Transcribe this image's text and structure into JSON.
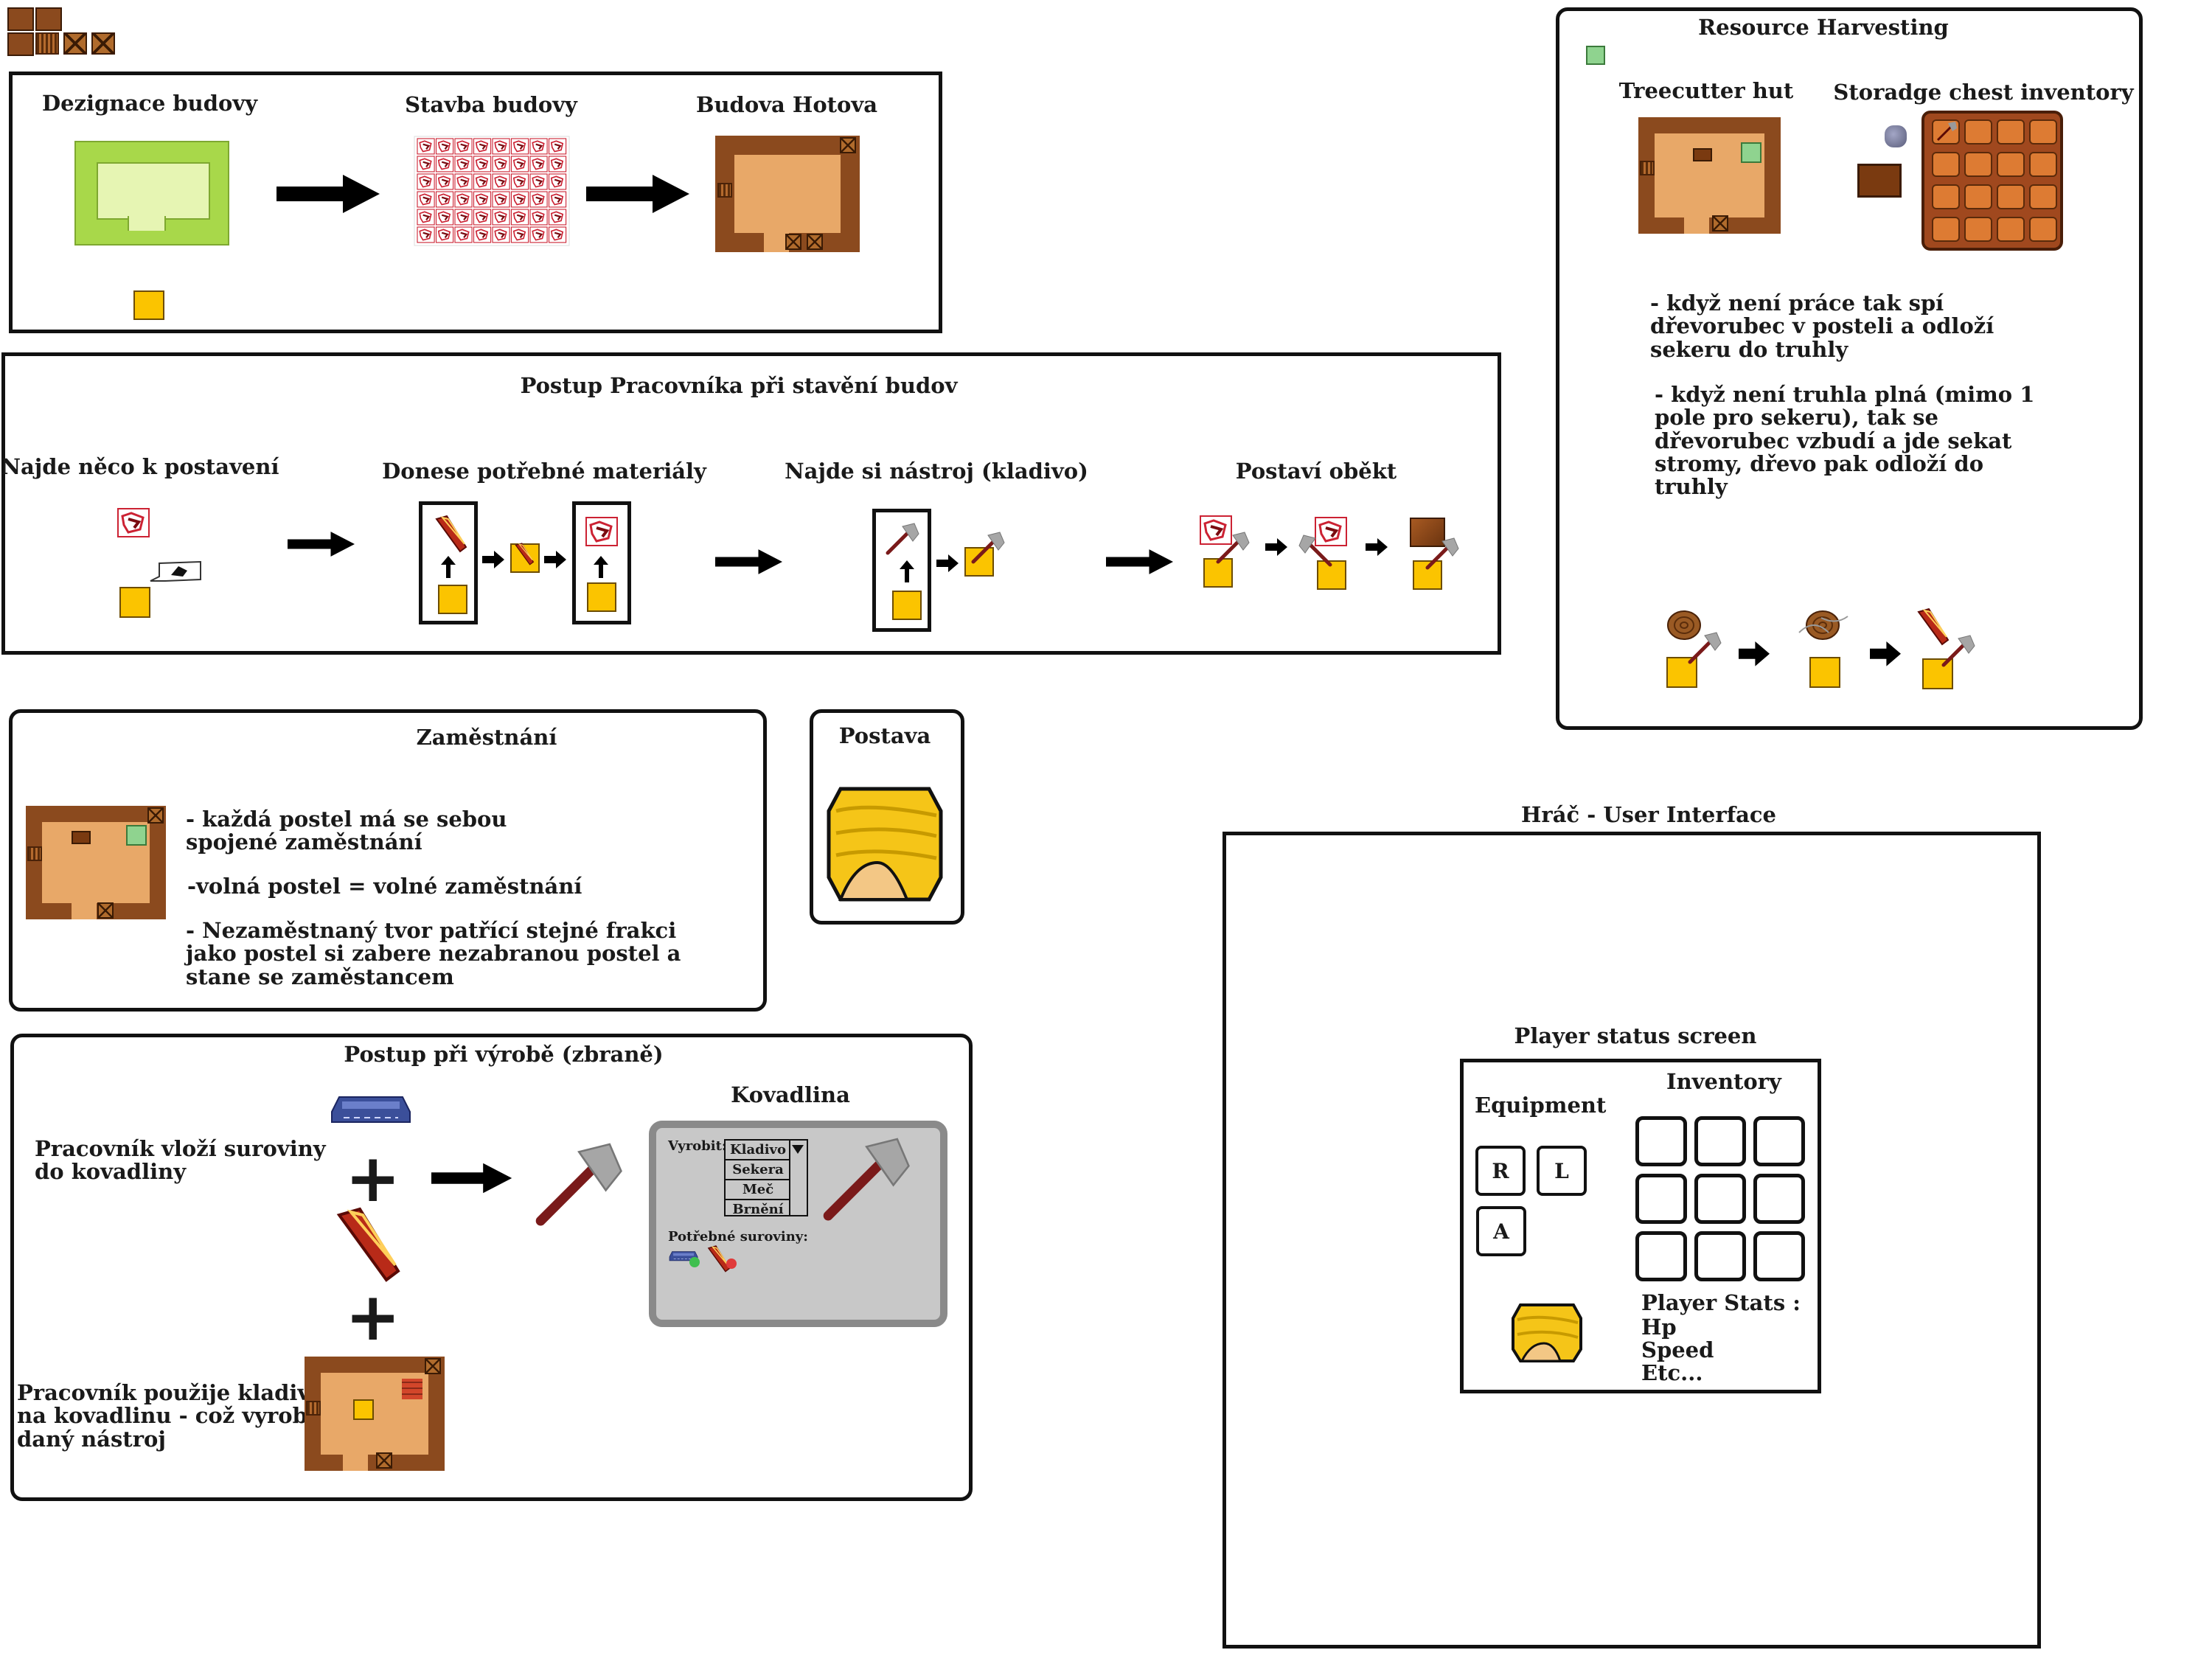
{
  "colors": {
    "worker": "#fbc400",
    "wall": "#8b4a1e",
    "floor": "#e8a868",
    "designation": "#a8d84a",
    "anvil_panel": "#c8c8c8",
    "chest": "#a0481e",
    "arrow": "#000000"
  },
  "designation": {
    "labels": [
      "Dezignace budovy",
      "Stavba budovy",
      "Budova Hotova"
    ]
  },
  "worker_procedure": {
    "title": "Postup Pracovníka při stavění budov",
    "steps": [
      "Najde něco k postavení",
      "Donese potřebné materiály",
      "Najde si nástroj (kladivo)",
      "Postaví oběkt"
    ]
  },
  "employment": {
    "title": "Zaměstnání",
    "bullet1": "- každá postel má se sebou\nspojené zaměstnání",
    "bullet2": "-volná  postel =  volné zaměstnání",
    "bullet3": "- Nezaměstnaný tvor patřící stejné frakci\njako postel si zabere nezabranou postel a\nstane se zaměstancem"
  },
  "character": {
    "title": "Postava"
  },
  "crafting": {
    "title": "Postup při výrobě (zbraně)",
    "step1": "Pracovník vloží suroviny\ndo kovadliny",
    "step2": "Pracovník použije kladivo\nna kovadlinu - což vyrobí\ndaný nástroj",
    "anvil_title": "Kovadlina",
    "produce_label": "Vyrobit:",
    "options": [
      "Kladivo",
      "Sekera",
      "Meč",
      "Brnění"
    ],
    "required_label": "Potřebné suroviny:"
  },
  "resource_harvesting": {
    "title": "Resource Harvesting",
    "hut_label": "Treecutter hut",
    "chest_label": "Storadge chest inventory",
    "note1": "- když není práce tak spí\ndřevorubec v posteli a odloží\nsekeru do truhly",
    "note2": "- když není truhla plná (mimo 1\npole pro sekeru), tak se\ndřevorubec vzbudí a jde sekat\nstromy, dřevo pak odloží do\ntruhly"
  },
  "player_ui": {
    "title": "Hráč - User Interface",
    "status_title": "Player status screen",
    "equipment_label": "Equipment",
    "inventory_label": "Inventory",
    "slots": [
      "R",
      "L",
      "A"
    ],
    "stats_title": "Player Stats :",
    "stats": [
      "Hp",
      "Speed",
      "Etc..."
    ]
  }
}
